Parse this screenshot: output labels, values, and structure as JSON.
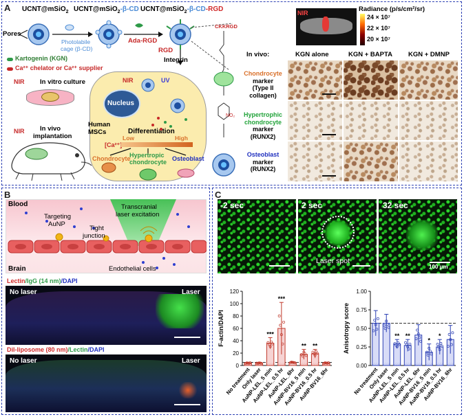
{
  "panelA": {
    "label": "A",
    "synthesis": {
      "step1": "UCNT@mSiO",
      "step1_sub": "2",
      "step2_a": "UCNT@mSiO",
      "step2_sub": "2",
      "step2_b": "-β-CD",
      "step3_a": "UCNT@mSiO",
      "step3_sub": "2",
      "step3_b": "-β-CD",
      "step3_c": "-RGD",
      "pores": "Pores",
      "photolabile1": "Photolabile",
      "photolabile2": "cage (β-CD)",
      "ada_rgd": "Ada-RGD",
      "rgd": "RGD",
      "integrin": "Integrin",
      "ckkrgd": "CKKRGD",
      "legend_kgn": "Kartogenin (KGN)",
      "legend_ca": "Ca²⁺ chelator or Ca²⁺ supplier"
    },
    "cell": {
      "nir": "NIR",
      "uv": "UV",
      "nucleus": "Nucleus",
      "human1": "Human",
      "human2": "MSCs",
      "differentiation": "Differentiation",
      "ca": "[Ca²⁺]",
      "low": "Low",
      "high": "High",
      "chondrocyte": "Chondrocyte",
      "hyper1": "Hypertropic",
      "hyper2": "chondrocyte",
      "osteoblast": "Osteoblast"
    },
    "culture": {
      "nir1": "NIR",
      "invitro": "In vitro culture",
      "nir2": "NIR",
      "invivo1": "In vivo",
      "invivo2": "implantation"
    },
    "radiance": {
      "title": "Radiance (p/s/cm²/sr)",
      "nir": "NIR",
      "v1": "24 × 10⁷",
      "v2": "22 × 10⁷",
      "v3": "20 × 10⁷"
    },
    "invivo": {
      "title": "In vivo:",
      "cols": [
        "KGN alone",
        "KGN + BAPTA",
        "KGN + DMNP"
      ],
      "rows": [
        {
          "name": "Chondrocyte",
          "rest": [
            "marker",
            "(Type II",
            "collagen)"
          ],
          "color": "#d9702a"
        },
        {
          "name": "Hypertrophic",
          "name2": "chondrocyte",
          "rest": [
            "marker",
            "(RUNX2)"
          ],
          "color": "#22a33a"
        },
        {
          "name": "Osteoblast",
          "rest": [
            "marker",
            "(RUNX2)"
          ],
          "color": "#1f2fbf"
        }
      ]
    }
  },
  "panelB": {
    "label": "B",
    "blood": "Blood",
    "brain": "Brain",
    "targeting1": "Targeting",
    "targeting2": "AuNP",
    "tight1": "Tight",
    "tight2": "junction",
    "transcranial1": "Transcranial",
    "transcranial2": "laser excitation",
    "endothelial": "Endothelial cells",
    "img1_caption_a": "Lectin",
    "img1_caption_b": "/IgG (14 nm)",
    "img1_caption_c": "/DAPI",
    "img1_left": "No laser",
    "img1_right": "Laser",
    "img2_caption_a": "Dil-liposome (80 nm)",
    "img2_caption_b": "/Lectin",
    "img2_caption_c": "/DAPI",
    "img2_left": "No laser",
    "img2_right": "Laser"
  },
  "panelC": {
    "label": "C",
    "frames": [
      "-2 sec",
      "2 sec",
      "32 sec"
    ],
    "laser_spot": "Laser spot",
    "scale": "100 μm"
  },
  "chart_data": [
    {
      "type": "bar",
      "ylabel": "F-actin/DAPI",
      "ylim": [
        0,
        120
      ],
      "yticks": [
        0,
        20,
        40,
        60,
        80,
        100,
        120
      ],
      "categories": [
        "No treatment",
        "Only laser",
        "AuNP-LEL_5 min",
        "AuNP-LEL_0.5 hr",
        "AuNP-LEL_6hr",
        "AuNP-BV16_5 min",
        "AuNP-BV16_0.5 hr",
        "AuNP-BV16_6hr"
      ],
      "values": [
        4,
        4,
        36,
        60,
        5,
        18,
        19,
        4
      ],
      "errors": [
        1,
        1,
        9,
        42,
        1,
        8,
        7,
        1
      ],
      "significance": [
        "",
        "",
        "***",
        "***",
        "",
        "**",
        "**",
        ""
      ],
      "baseline": 5
    },
    {
      "type": "bar",
      "ylabel": "Anisotropy score",
      "ylim": [
        0,
        1.0
      ],
      "yticks": [
        0.0,
        0.25,
        0.5,
        0.75,
        1.0
      ],
      "categories": [
        "No treatment",
        "Only laser",
        "AuNP-LEL_5 min",
        "AuNP-LEL_0.5 hr",
        "AuNP-LEL_6hr",
        "AuNP-BV16_5 min",
        "AuNP-BV16_0.5 hr",
        "AuNP-BV16_6hr"
      ],
      "values": [
        0.57,
        0.57,
        0.29,
        0.27,
        0.41,
        0.18,
        0.25,
        0.35
      ],
      "errors": [
        0.17,
        0.12,
        0.06,
        0.08,
        0.14,
        0.11,
        0.1,
        0.19
      ],
      "significance": [
        "",
        "",
        "**",
        "**",
        "",
        "*",
        "*",
        ""
      ],
      "baseline": 0.57
    }
  ]
}
